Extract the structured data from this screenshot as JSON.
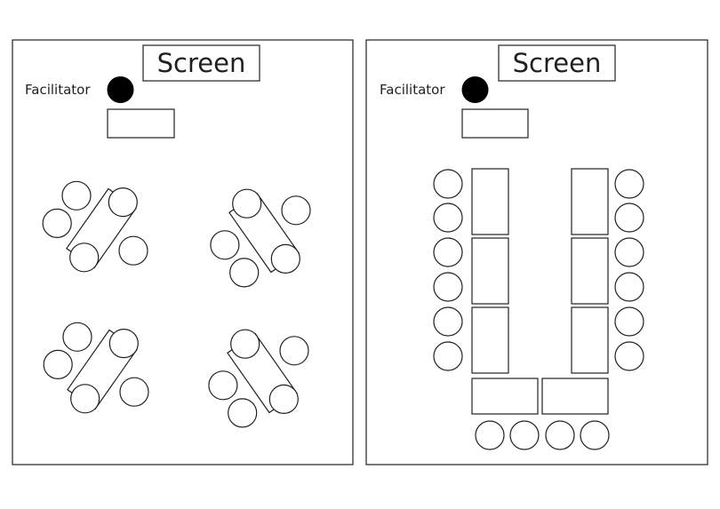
{
  "panels": [
    {
      "id": "left",
      "screen_label": "Screen",
      "facilitator_label": "Facilitator",
      "layout": "cluster"
    },
    {
      "id": "right",
      "screen_label": "Screen",
      "facilitator_label": "Facilitator",
      "layout": "u-shape"
    }
  ],
  "colors": {
    "line": "#231f20",
    "background": "#ffffff",
    "facilitator_dot": "#000000"
  }
}
